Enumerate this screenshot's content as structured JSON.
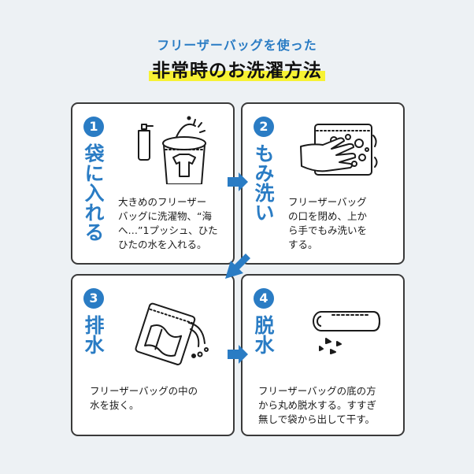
{
  "header": {
    "subtitle": "フリーザーバッグを使った",
    "title": "非常時のお洗濯方法"
  },
  "steps": [
    {
      "number": "1",
      "title": "袋に入れる",
      "description": "大きめのフリーザー\nバッグに洗濯物、“海\nへ…”1プッシュ、ひた\nひたの水を入れる。",
      "icon": "bag-with-shirt-and-detergent-icon"
    },
    {
      "number": "2",
      "title": "もみ洗い",
      "description": "フリーザーバッグ\nの口を閉め、上か\nら手でもみ洗いを\nする。",
      "icon": "hands-kneading-bag-icon"
    },
    {
      "number": "3",
      "title": "排水",
      "description": "フリーザーバッグの中の\n水を抜く。",
      "icon": "bag-draining-water-icon"
    },
    {
      "number": "4",
      "title": "脱水",
      "description": "フリーザーバッグの底の方\nから丸め脱水する。すすぎ\n無しで袋から出して干す。",
      "icon": "rolled-bag-icon"
    }
  ],
  "colors": {
    "accent": "#2a7cc4",
    "highlight": "#f7f233",
    "background": "#edf1f4",
    "card_border": "#3a3a3a"
  }
}
